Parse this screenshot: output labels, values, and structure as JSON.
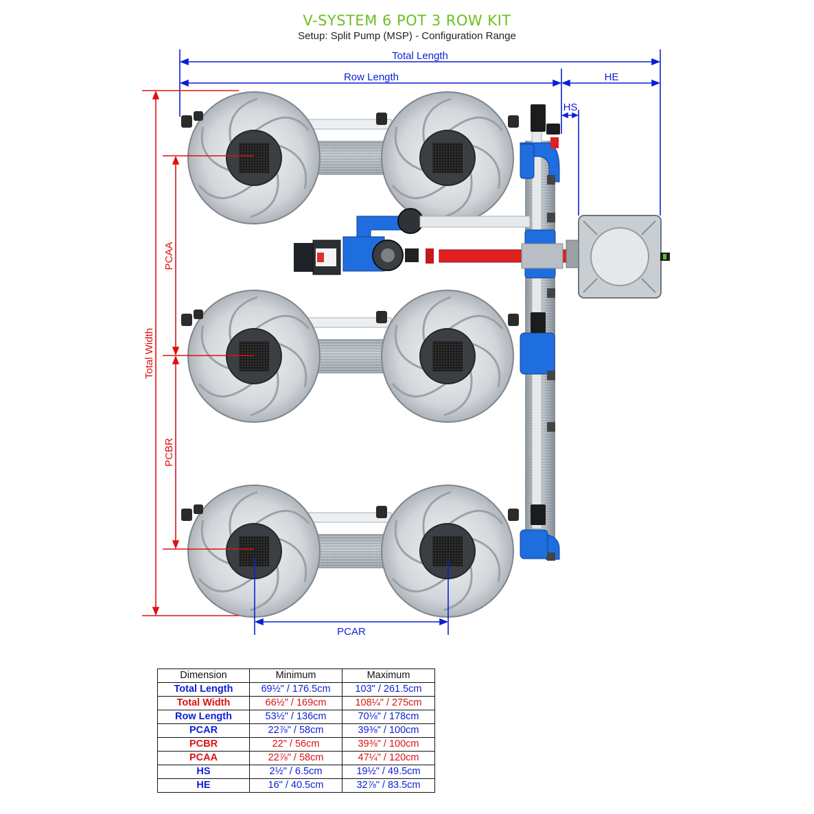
{
  "title": "V-SYSTEM 6 POT 3 ROW KIT",
  "subtitle": "Setup: Split Pump (MSP) - Configuration Range",
  "colors": {
    "title": "#6cbf1e",
    "blue_dim": "#0b1fd6",
    "red_dim": "#e01010",
    "pipe_blue": "#1f6ee0"
  },
  "labels": {
    "total_length": "Total Length",
    "row_length": "Row Length",
    "he": "HE",
    "hs": "HS",
    "total_width": "Total Width",
    "pcaa": "PCAA",
    "pcbr": "PCBR",
    "pcar": "PCAR"
  },
  "table": {
    "headers": [
      "Dimension",
      "Minimum",
      "Maximum"
    ],
    "rows": [
      {
        "name": "Total Length",
        "min": "69½\" / 176.5cm",
        "max": "103\" / 261.5cm",
        "color": "blue"
      },
      {
        "name": "Total Width",
        "min": "66½\" / 169cm",
        "max": "108¼\" / 275cm",
        "color": "red"
      },
      {
        "name": "Row Length",
        "min": "53½\" / 136cm",
        "max": "70⅛\" / 178cm",
        "color": "blue"
      },
      {
        "name": "PCAR",
        "min": "22⅞\" / 58cm",
        "max": "39⅜\" / 100cm",
        "color": "blue"
      },
      {
        "name": "PCBR",
        "min": "22\" / 56cm",
        "max": "39⅜\" / 100cm",
        "color": "red"
      },
      {
        "name": "PCAA",
        "min": "22⅞\" / 58cm",
        "max": "47¼\" / 120cm",
        "color": "red"
      },
      {
        "name": "HS",
        "min": "2½\" / 6.5cm",
        "max": "19½\" / 49.5cm",
        "color": "blue"
      },
      {
        "name": "HE",
        "min": "16\" / 40.5cm",
        "max": "32⅞\" / 83.5cm",
        "color": "blue"
      }
    ]
  }
}
